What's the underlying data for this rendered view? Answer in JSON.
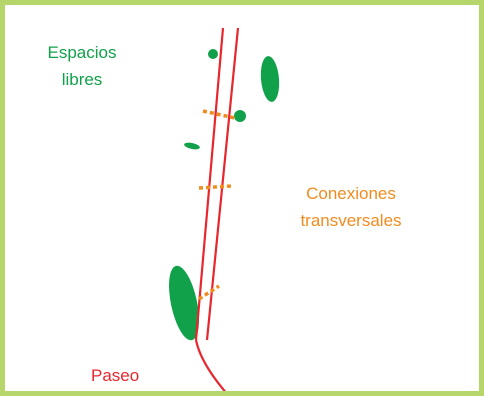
{
  "colors": {
    "frame_border": "#b6d56a",
    "green_spaces": "#11a14a",
    "road": "#e8262e",
    "connections": "#f08c1e"
  },
  "labels": {
    "green_spaces": [
      "Espacios",
      "libres"
    ],
    "connections": [
      "Conexiones",
      "transversales"
    ],
    "road": "Paseo"
  }
}
